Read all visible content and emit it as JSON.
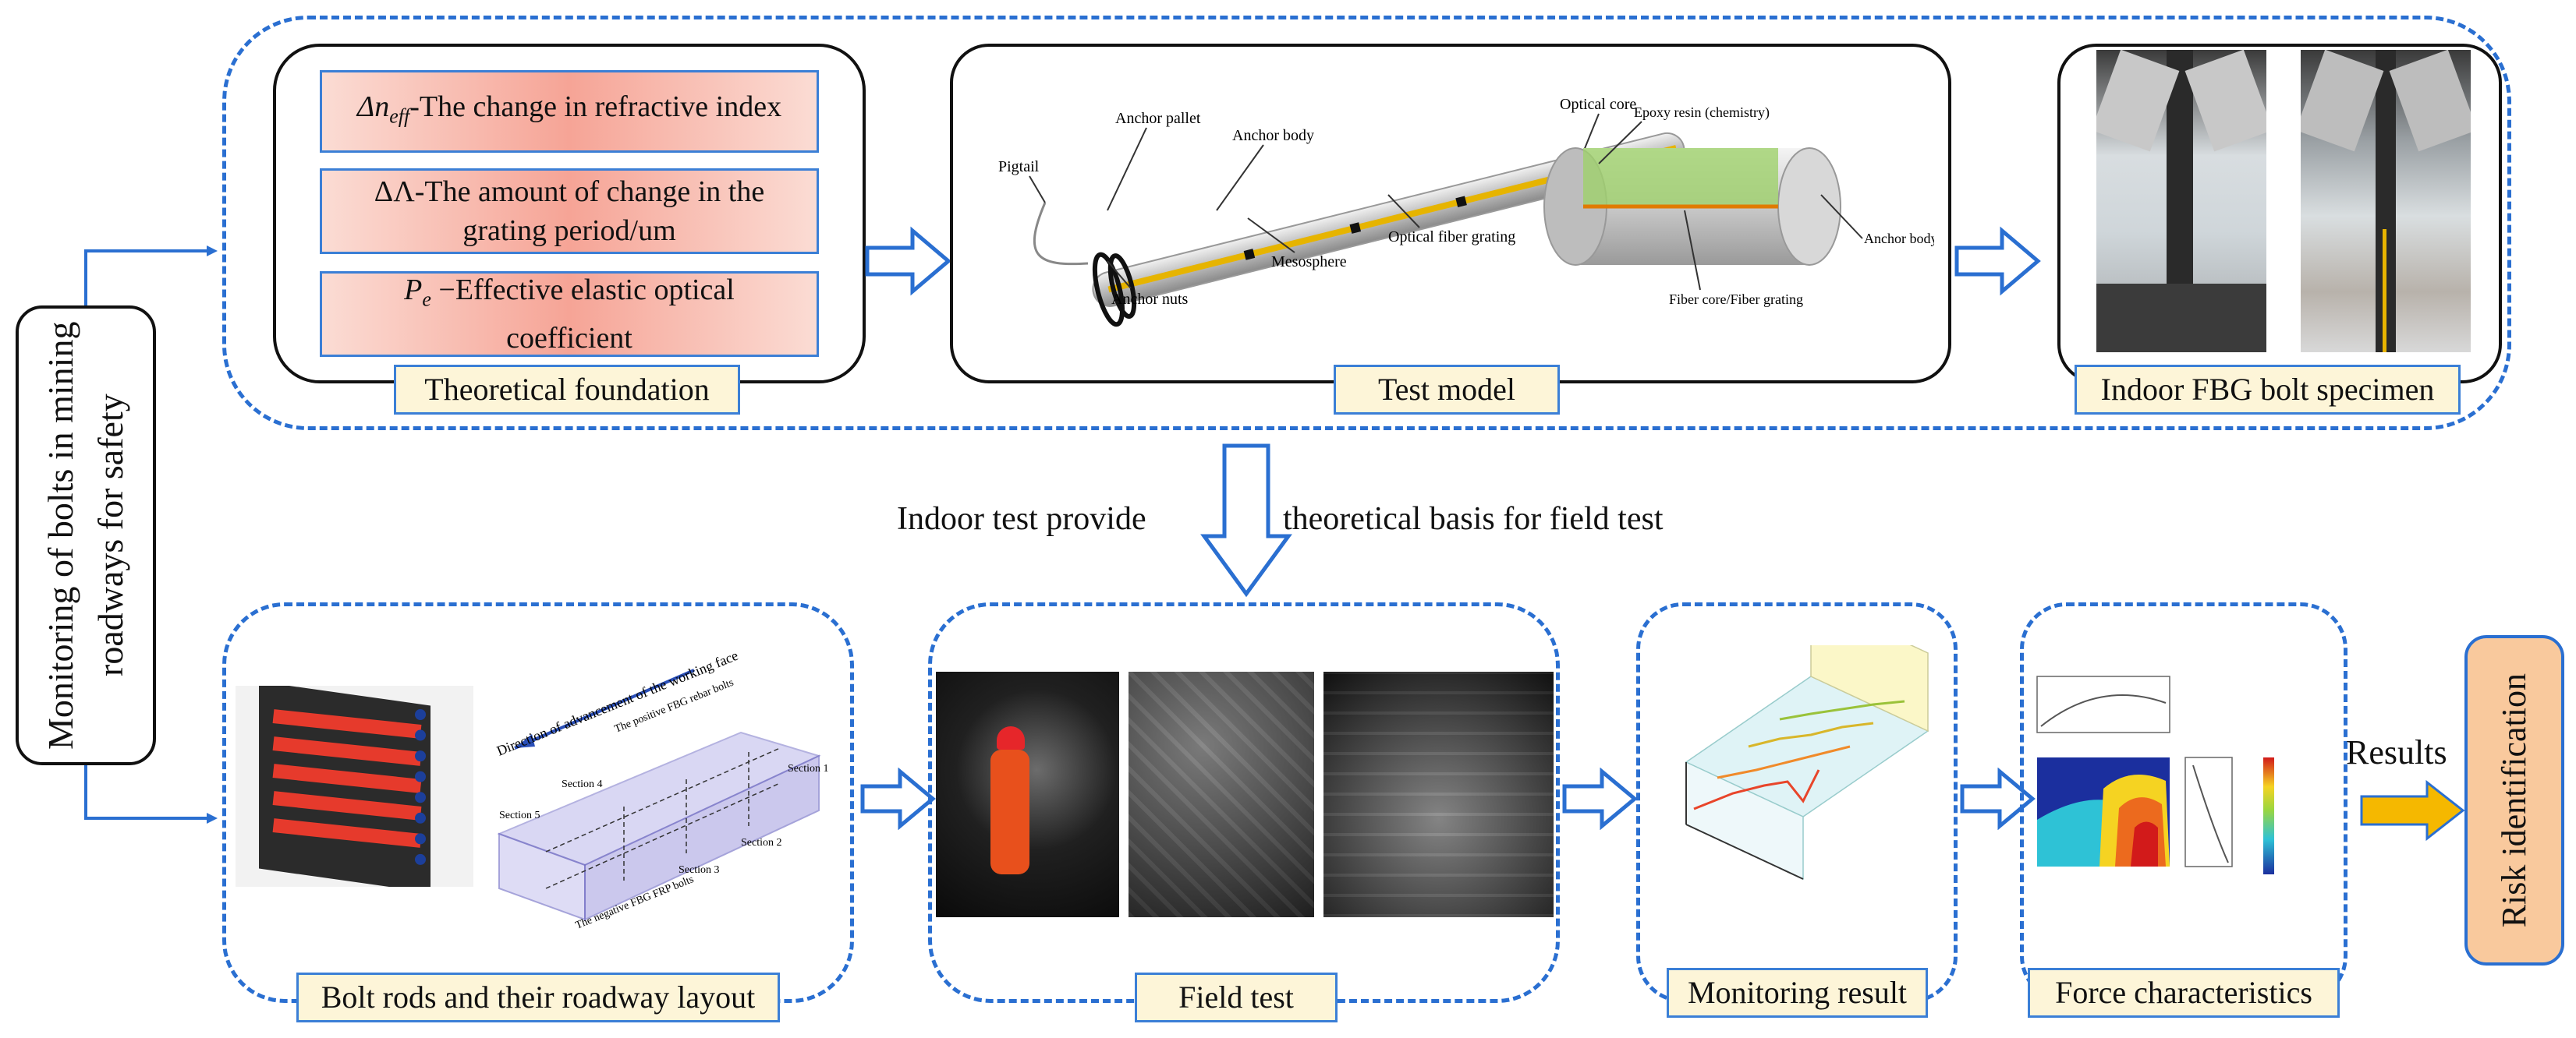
{
  "root": {
    "label": "Monitoring of bolts in mining roadways for safety"
  },
  "theory": {
    "label": "Theoretical foundation",
    "items": [
      {
        "symbol": "Δn",
        "sub": "eff",
        "text": "-The change in refractive index"
      },
      {
        "symbol": "ΔΛ",
        "text": "-The amount of change in the grating period/um"
      },
      {
        "symbol": "P",
        "sub": "e",
        "text": " −Effective elastic optical coefficient"
      }
    ]
  },
  "test_model": {
    "label": "Test model",
    "annotations": {
      "pigtail": "Pigtail",
      "anchor_pallet": "Anchor pallet",
      "anchor_body": "Anchor body",
      "optical_core": "Optical core",
      "anchor_nuts": "Anchor nuts",
      "mesosphere": "Mesosphere",
      "optical_fiber_grating": "Optical fiber grating",
      "epoxy": "Epoxy resin (chemistry)",
      "anchor_body_2": "Anchor body",
      "fiber_core": "Fiber core/Fiber grating"
    }
  },
  "specimen": {
    "label": "Indoor FBG bolt specimen"
  },
  "transition": {
    "left": "Indoor test provide",
    "right": "theoretical basis for field test"
  },
  "layout": {
    "label": "Bolt rods and their roadway layout",
    "annotations": {
      "direction": "Direction of advancement of the working face",
      "positive": "The positive FBG rebar bolts",
      "negative": "The negative FBG FRP bolts",
      "sections": [
        "Section 5",
        "Section 4",
        "Section 3",
        "Section 2",
        "Section 1"
      ]
    }
  },
  "field": {
    "label": "Field test"
  },
  "monitoring": {
    "label": "Monitoring result"
  },
  "force": {
    "label": "Force characteristics"
  },
  "results": {
    "label": "Results"
  },
  "risk": {
    "label": "Risk identification"
  },
  "colors": {
    "dash": "#2a6fd1",
    "label_bg": "#fdf5d8",
    "risk_bg": "#f9c99d",
    "arrow_yellow": "#f5b800"
  }
}
